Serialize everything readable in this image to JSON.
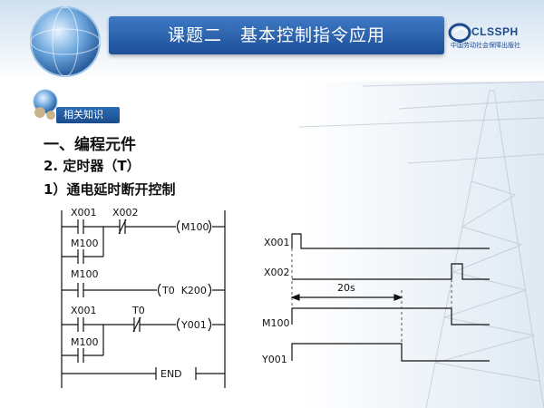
{
  "header": {
    "title": "课题二　基本控制指令应用"
  },
  "logo": {
    "name": "CLSSPH",
    "sub": "中国劳动社会保障出版社"
  },
  "badge": {
    "label": "相关知识"
  },
  "content": {
    "heading1": "一、编程元件",
    "heading2": "2. 定时器（T）",
    "heading3": "1）通电延时断开控制"
  },
  "ladder": {
    "rung1": {
      "contact1": "X001",
      "contact2": "X002",
      "coil": "M100"
    },
    "rung1_branch": {
      "contact": "M100"
    },
    "rung2": {
      "contact": "M100",
      "coil": "T0  K200"
    },
    "rung3": {
      "contact1": "X001",
      "contact2": "T0",
      "coil": "Y001"
    },
    "rung3_branch": {
      "contact": "M100"
    },
    "end_label": "END"
  },
  "timing": {
    "signals": [
      "X001",
      "X002",
      "M100",
      "Y001"
    ],
    "duration_label": "20s"
  },
  "colors": {
    "header_blue": "#1c4f98",
    "accent": "#2c6db5"
  }
}
